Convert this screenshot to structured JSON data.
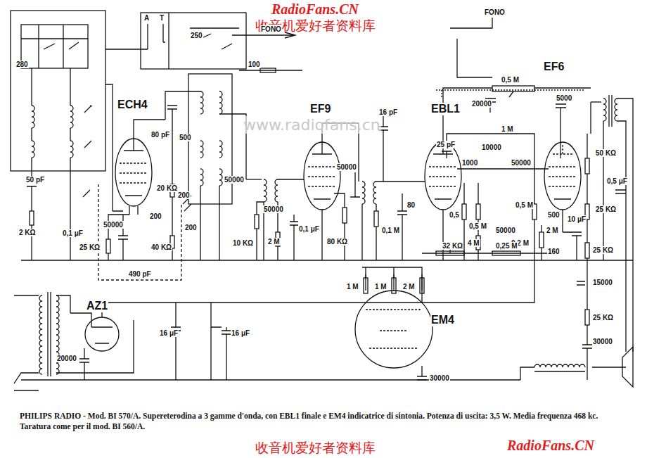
{
  "diagram": {
    "caption": "PHILIPS RADIO - Mod. BI 570/A. Supereterodina a 3 gamme d'onda, con EBL1 finale e EM4 indicatrice di sintonia. Potenza di uscita: 3,5 W. Media frequenza 468 kc. Taratura come per il mod. BI 560/A.",
    "labels": [
      "RadioFans.CN",
      "收音机爱好者资料库",
      "www.radiofans.cn",
      "A",
      "T",
      "FONO",
      "FONO",
      "280",
      "250",
      "ECH4",
      "EF9",
      "EBL1",
      "EF6",
      "EM4",
      "AZ1",
      "80 pF",
      "500",
      "100",
      "16 pF",
      "0,5 M",
      "20000",
      "5000",
      "25 pF",
      "1 M",
      "10000",
      "1000",
      "50000",
      "50 KΩ",
      "50 pF",
      "20 KΩ",
      "200",
      "200",
      "50000",
      "200",
      "50000",
      "0,1 μF",
      "2 KΩ",
      "25 KΩ",
      "40 KΩ",
      "10 KΩ",
      "490 pF",
      "50000",
      "2 M",
      "0,1 μF",
      "80 KΩ",
      "50000",
      "0,1 M",
      "80",
      "0,5",
      "0,5 M",
      "4 M",
      "0,5 M",
      "50000",
      "0,2 M",
      "2 M",
      "500",
      "10 μF",
      "0,5 μF",
      "25 KΩ",
      "160",
      "25 KΩ",
      "32 KΩ",
      "0,25 M",
      "15000",
      "25 KΩ",
      "30000",
      "1 M",
      "1 M",
      "2 M",
      "30000",
      "16 μF",
      "16 μF",
      "20000",
      "收音机爱好者资料库",
      "RadioFans.CN"
    ]
  }
}
